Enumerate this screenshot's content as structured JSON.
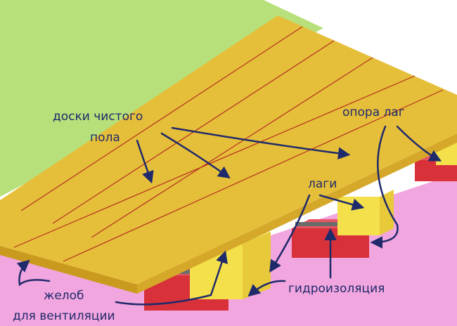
{
  "labels": {
    "floor_boards_line1": "доски чистого",
    "floor_boards_line2": "пола",
    "joist_support": "опора лаг",
    "joists": "лаги",
    "waterproofing": "гидроизоляция",
    "groove_line1": "желоб",
    "groove_line2": "для вентиляции"
  },
  "colors": {
    "wall": "#b7e07a",
    "ground": "#f2a6df",
    "board_top": "#e6bf3a",
    "board_edge": "#c99a1e",
    "joist": "#f4e04a",
    "brick": "#d8313a",
    "waterproof": "#6b6b6b",
    "annotation": "#1f2a6b"
  }
}
